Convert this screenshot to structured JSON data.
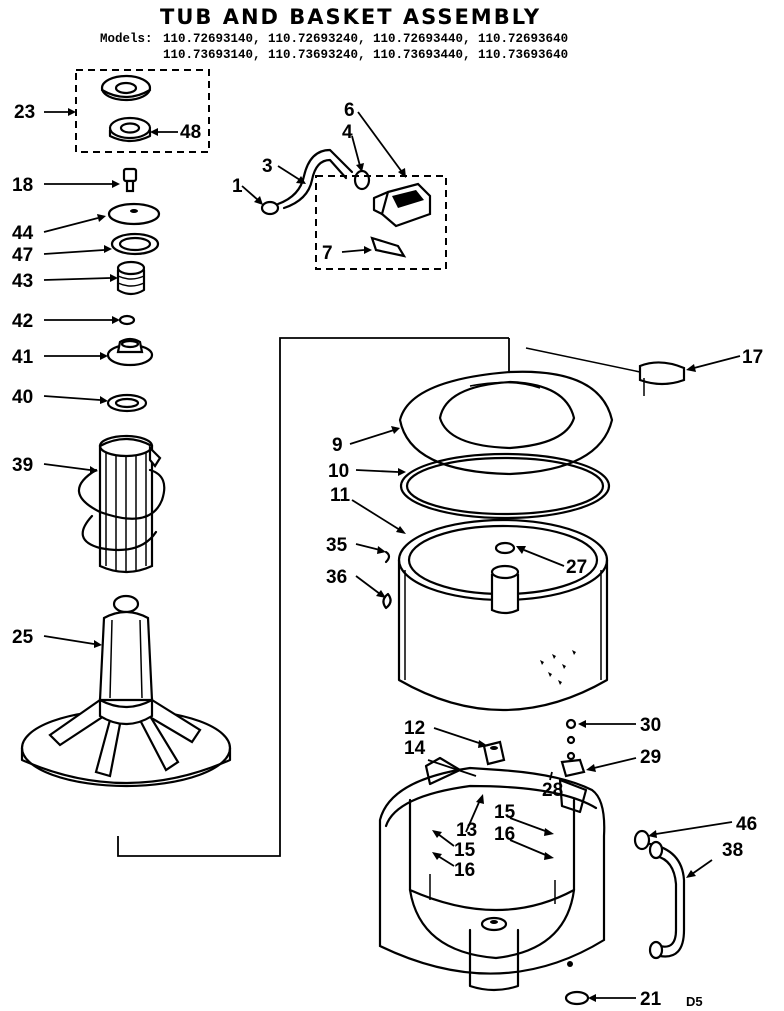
{
  "title": "TUB AND BASKET ASSEMBLY",
  "models": {
    "label": "Models:",
    "line1": "110.72693140, 110.72693240, 110.72693440, 110.72693640",
    "line2": "110.73693140, 110.73693240, 110.73693440, 110.73693640"
  },
  "callouts": {
    "c23": "23",
    "c48": "48",
    "c18": "18",
    "c44": "44",
    "c47": "47",
    "c43": "43",
    "c42": "42",
    "c41": "41",
    "c40": "40",
    "c39": "39",
    "c25": "25",
    "c6": "6",
    "c4": "4",
    "c3": "3",
    "c1": "1",
    "c7": "7",
    "c17": "17",
    "c9": "9",
    "c10": "10",
    "c11": "11",
    "c35": "35",
    "c27": "27",
    "c36": "36",
    "c12": "12",
    "c14": "14",
    "c30": "30",
    "c29": "29",
    "c28": "28",
    "c15a": "15",
    "c16a": "16",
    "c13": "13",
    "c15b": "15",
    "c16b": "16",
    "c46": "46",
    "c38": "38",
    "c21": "21"
  },
  "page_mark": "D5"
}
